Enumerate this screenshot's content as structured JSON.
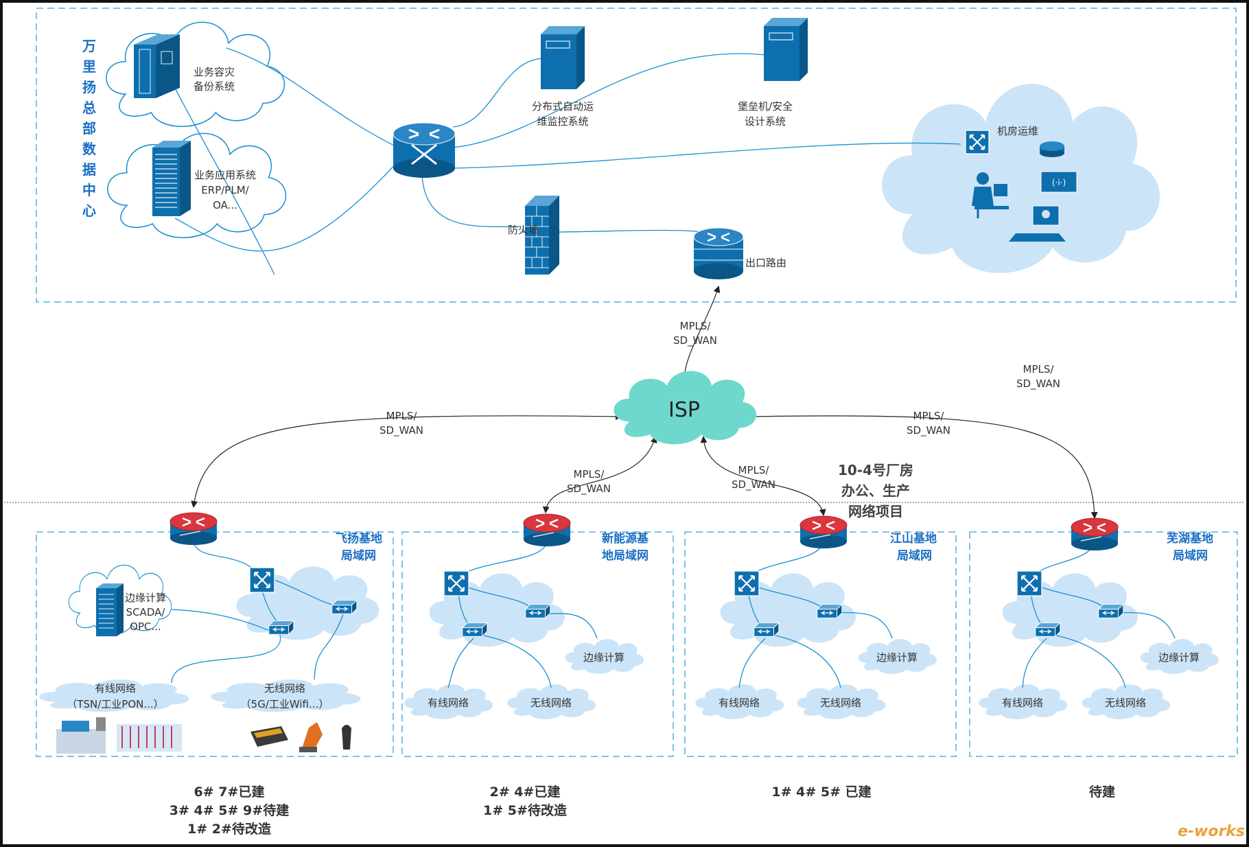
{
  "hq": {
    "title_chars": [
      "万",
      "里",
      "扬",
      "总",
      "部",
      "数",
      "据",
      "中",
      "心"
    ],
    "backup": [
      "业务容灾",
      "备份系统"
    ],
    "app": [
      "业务应用系统",
      "ERP/PLM/",
      "OA..."
    ],
    "monitor": [
      "分布式自动运",
      "维监控系统"
    ],
    "bastion": [
      "堡垒机/安全",
      "设计系统"
    ],
    "ops": "机房运维",
    "firewall": "防火墙",
    "exit_router": "出口路由"
  },
  "isp": "ISP",
  "link_label": [
    "MPLS/",
    "SD_WAN"
  ],
  "project": [
    "10-4号厂房",
    "办公、生产",
    "网络项目"
  ],
  "sites": [
    {
      "title": [
        "飞扬基地",
        "局域网"
      ],
      "edge": [
        "边缘计算",
        "SCADA/",
        "OPC..."
      ],
      "wired": [
        "有线网络",
        "（TSN/工业PON...）"
      ],
      "wireless": [
        "无线网络",
        "（5G/工业Wifi...）"
      ],
      "status": [
        "6# 7#已建",
        "3# 4# 5# 9#待建",
        "1# 2#待改造"
      ]
    },
    {
      "title": [
        "新能源基",
        "地局域网"
      ],
      "edge": "边缘计算",
      "wired": "有线网络",
      "wireless": "无线网络",
      "status": [
        "2# 4#已建",
        "1# 5#待改造"
      ]
    },
    {
      "title": [
        "江山基地",
        "局域网"
      ],
      "edge": "边缘计算",
      "wired": "有线网络",
      "wireless": "无线网络",
      "status": [
        "1# 4# 5# 已建"
      ]
    },
    {
      "title": [
        "芜湖基地",
        "局域网"
      ],
      "edge": "边缘计算",
      "wired": "有线网络",
      "wireless": "无线网络",
      "status": [
        "待建"
      ]
    }
  ],
  "watermark": "e-works",
  "colors": {
    "device_blue": "#0e6fae",
    "cloud_light": "#cce4f7",
    "isp_cloud": "#6fd8cc",
    "router_red": "#d9363e",
    "dashed_border": "#7fc2e8",
    "title_blue": "#1b6fc4"
  }
}
